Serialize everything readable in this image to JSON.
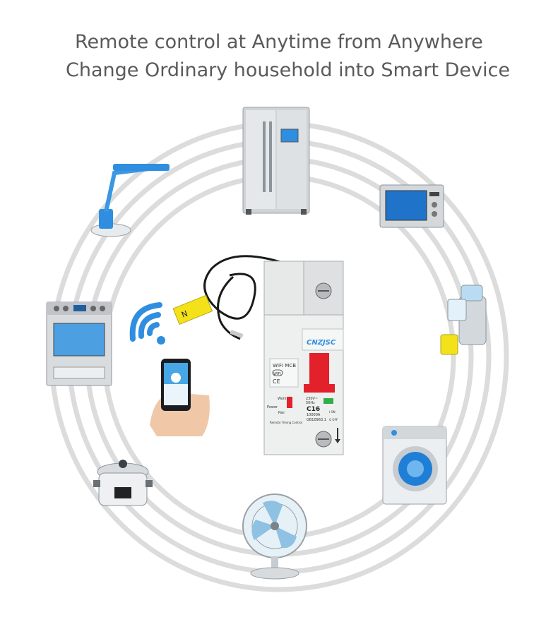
{
  "headline": {
    "line1": "Remote control at Anytime from Anywhere",
    "line2": "Change Ordinary household into Smart Device"
  },
  "breaker": {
    "brand": "CNZJSC",
    "model": "WIFI MCB",
    "ce_mark": "CE",
    "rating": "C16",
    "voltage": "230V~",
    "frequency": "50Hz",
    "capacity": "10000A",
    "standard": "GB10963.1",
    "work_label": "Work",
    "power_label": "Power",
    "pair_label": "Pair",
    "function_label": "Remote  Timing Control",
    "on_label": "I ON",
    "off_label": "O OFF"
  },
  "wifi_badge": "WIFI",
  "icons": [
    "refrigerator",
    "microwave",
    "juicer",
    "washing-machine",
    "fan",
    "rice-cooker",
    "oven",
    "desk-lamp",
    "wifi-signal",
    "smartphone-in-hand"
  ],
  "colors": {
    "ring": "#dcdcdc",
    "accent_blue": "#2f8ee0",
    "handle_red": "#e2212a",
    "tag_yellow": "#f3e21a"
  }
}
